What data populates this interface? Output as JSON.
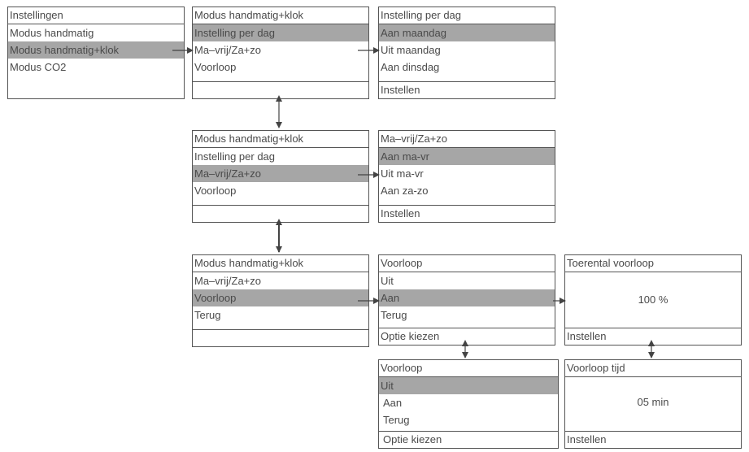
{
  "instellingen": {
    "title": "Instellingen",
    "items": [
      "Modus handmatig",
      "Modus handmatig+klok",
      "Modus CO2"
    ]
  },
  "mhk1": {
    "title": "Modus handmatig+klok",
    "items": [
      "Instelling per dag",
      "Ma–vrij/Za+zo",
      "Voorloop"
    ]
  },
  "perdag": {
    "title": "Instelling per dag",
    "items": [
      "Aan maandag",
      "Uit maandag",
      "Aan dinsdag"
    ],
    "footer": "Instellen"
  },
  "mhk2": {
    "title": "Modus handmatig+klok",
    "items": [
      "Instelling per dag",
      "Ma–vrij/Za+zo",
      "Voorloop"
    ]
  },
  "mavrij": {
    "title": "Ma–vrij/Za+zo",
    "items": [
      "Aan ma-vr",
      "Uit ma-vr",
      "Aan za-zo"
    ],
    "footer": "Instellen"
  },
  "mhk3": {
    "title": "Modus handmatig+klok",
    "items": [
      "Ma–vrij/Za+zo",
      "Voorloop",
      "Terug"
    ]
  },
  "voorloop1": {
    "title": "Voorloop",
    "items": [
      "Uit",
      "Aan",
      "Terug"
    ],
    "footer": "Optie kiezen"
  },
  "toerental": {
    "title": "Toerental voorloop",
    "value": "100 %",
    "footer": "Instellen"
  },
  "voorloop2": {
    "title": "Voorloop",
    "items": [
      "Uit",
      "Aan",
      "Terug"
    ],
    "footer": "Optie kiezen"
  },
  "voorlooptijd": {
    "title": "Voorloop tijd",
    "value": "05 min",
    "footer": "Instellen"
  },
  "colors": {
    "selected": "#a6a6a6",
    "border": "#555555",
    "text": "#4a4a4a"
  }
}
